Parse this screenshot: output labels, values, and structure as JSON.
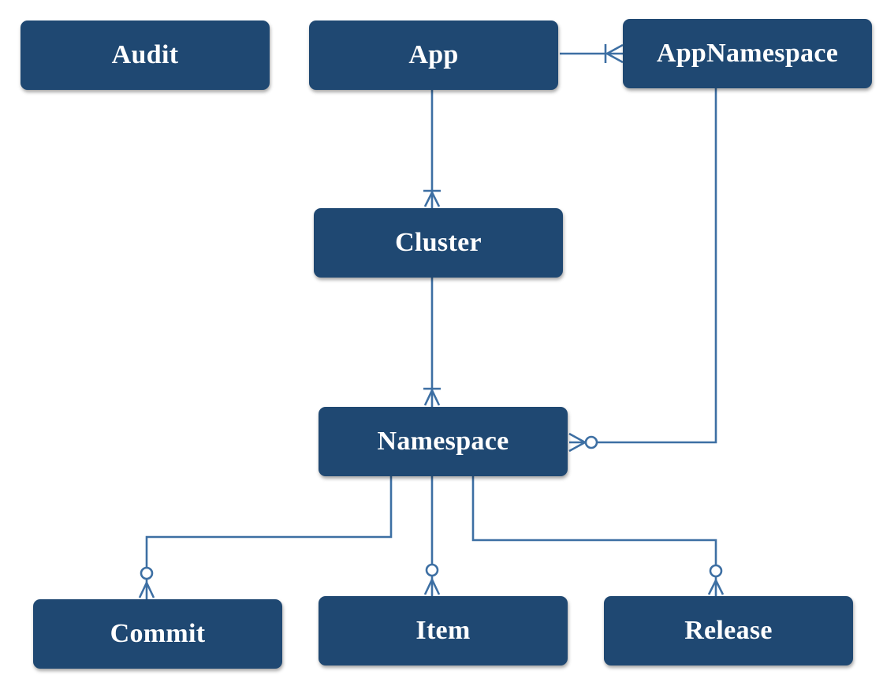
{
  "diagram": {
    "colors": {
      "entity_fill": "#1f4872",
      "entity_text": "#ffffff",
      "relationship_line": "#3d6fa3"
    },
    "entities": {
      "audit": "Audit",
      "app": "App",
      "app_namespace": "AppNamespace",
      "cluster": "Cluster",
      "namespace": "Namespace",
      "commit": "Commit",
      "item": "Item",
      "release": "Release"
    },
    "relationships": [
      {
        "from": "App",
        "to": "AppNamespace",
        "cardinality": "one-to-many"
      },
      {
        "from": "App",
        "to": "Cluster",
        "cardinality": "one-to-many"
      },
      {
        "from": "Cluster",
        "to": "Namespace",
        "cardinality": "one-to-many"
      },
      {
        "from": "AppNamespace",
        "to": "Namespace",
        "cardinality": "zero-or-many"
      },
      {
        "from": "Namespace",
        "to": "Commit",
        "cardinality": "zero-or-many"
      },
      {
        "from": "Namespace",
        "to": "Item",
        "cardinality": "zero-or-many"
      },
      {
        "from": "Namespace",
        "to": "Release",
        "cardinality": "zero-or-many"
      }
    ]
  }
}
